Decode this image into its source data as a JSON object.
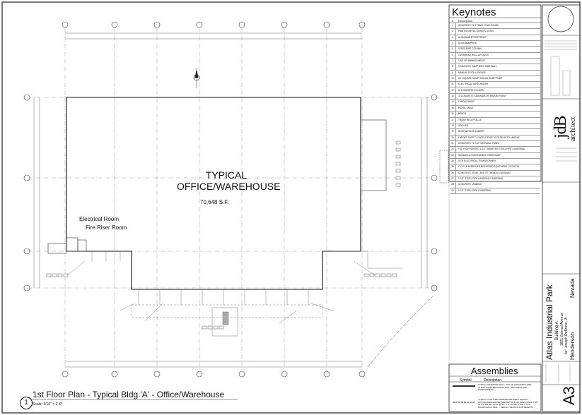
{
  "keynotes": {
    "title": "Keynotes",
    "header_num": "#",
    "header_desc": "Description",
    "items": [
      {
        "n": "1",
        "d": "CONCRETE TILT TRASH ENCLOSURE"
      },
      {
        "n": "2",
        "d": "PAINTED METAL SCREEN GATES"
      },
      {
        "n": "3",
        "d": "ALUMINUM STOREFRONT"
      },
      {
        "n": "4",
        "d": "DOCK BUMPERS"
      },
      {
        "n": "5",
        "d": "STEEL PIPE COLUMN"
      },
      {
        "n": "6",
        "d": "OVERHEAD ROLL-UP DOOR"
      },
      {
        "n": "7",
        "d": "LINE OF AWNING ABOVE"
      },
      {
        "n": "8",
        "d": "CONCRETE RAMP WITH SIDE WALL"
      },
      {
        "n": "9",
        "d": "MANUAL DOCK LEVELER"
      },
      {
        "n": "10",
        "d": "24\" SQUARE SUMP IN DUAL SUMP PUMP"
      },
      {
        "n": "11",
        "d": "ELECTRICAL SWITCHGEAR"
      },
      {
        "n": "12",
        "d": "6\" CONCRETE IN CURB"
      },
      {
        "n": "13",
        "d": "4\" CONCRETE SIDEWALK W/ BROOM FINISH"
      },
      {
        "n": "14",
        "d": "LANDSCAPING"
      },
      {
        "n": "15",
        "d": "PICNIC TABLE"
      },
      {
        "n": "16",
        "d": "BENCH"
      },
      {
        "n": "17",
        "d": "TRASH RECEPTACLE"
      },
      {
        "n": "18",
        "d": "ADA UPS"
      },
      {
        "n": "19",
        "d": "ROOF ACCESS LADDER"
      },
      {
        "n": "20",
        "d": "LADDER SAFETY CAGE & ROOF ACCESS HATCH ABOVE"
      },
      {
        "n": "21",
        "d": "CONCRETE TILT-UP SIDEWALL PANEL"
      },
      {
        "n": "22",
        "d": "+42\" HIGH PAINTED 1-1/2\" DIAMETER STEEL PIPE GUARDRAIL"
      },
      {
        "n": "23",
        "d": "SIGNAGE AT ACCESSIBLE CURB RAMP"
      },
      {
        "n": "24",
        "d": "SITE ELECTRICAL TRANSFORMER"
      },
      {
        "n": "25",
        "d": "C.O.R. & APPROVED RECESSED EQUIPMENT LOCATION"
      },
      {
        "n": "26",
        "d": "CONCRETE STAIR - SEE ST TREADS & NOSINGS"
      },
      {
        "n": "27",
        "d": "1-1/2\" STEEL PIPE HANDRAIL/GUARDRAIL"
      },
      {
        "n": "28",
        "d": "CONCRETE LANDING"
      },
      {
        "n": "29",
        "d": "1-1/2\" STEEL PIPE GUARDRAIL"
      }
    ]
  },
  "assemblies": {
    "title": "Assemblies",
    "symbol_header": "Symbol",
    "desc_header": "Description",
    "items": [
      "TYPICAL EXTERIOR WALL: TILT-UP CONCRETE (SEE STRUCTURAL DRAWINGS FOR THICKNESS AND REINFORCING)",
      "TYPICAL 2-HR FIRE BARRIER BETWEEN TENANT OFFICE/WAREHOUSE: SEE DETAIL 1-HR FIRE RATED 3-5/8\" 20 GA. METAL STUD @ 16\" O.C. W/ 5/8\" TYPE X GYP. BOARD EACH SIDE ... SEE ALL DETAILS FOR HEIGHTS"
    ]
  },
  "plan": {
    "label_line1": "TYPICAL",
    "label_line2": "OFFICE/WAREHOUSE",
    "area": "70,648 S.F.",
    "room_electrical": "Electrical Room",
    "room_fire_riser": "Fire Riser Room"
  },
  "view": {
    "number": "1",
    "title": "1st Floor Plan - Typical Bldg.'A' - Office/Warehouse",
    "scale": "Scale: 1/16\" = 1'-0\""
  },
  "title_block": {
    "architect_mark": "jdB",
    "architect_word": "architect",
    "project_name": "Atlas Industrial Park",
    "building": "Building A",
    "address": "1821 Geenut Avenue",
    "for_line": "for: Joseph DeBrese, Jr.",
    "city": "Henderson",
    "state": "Nevada",
    "sheet_number": "A3"
  }
}
